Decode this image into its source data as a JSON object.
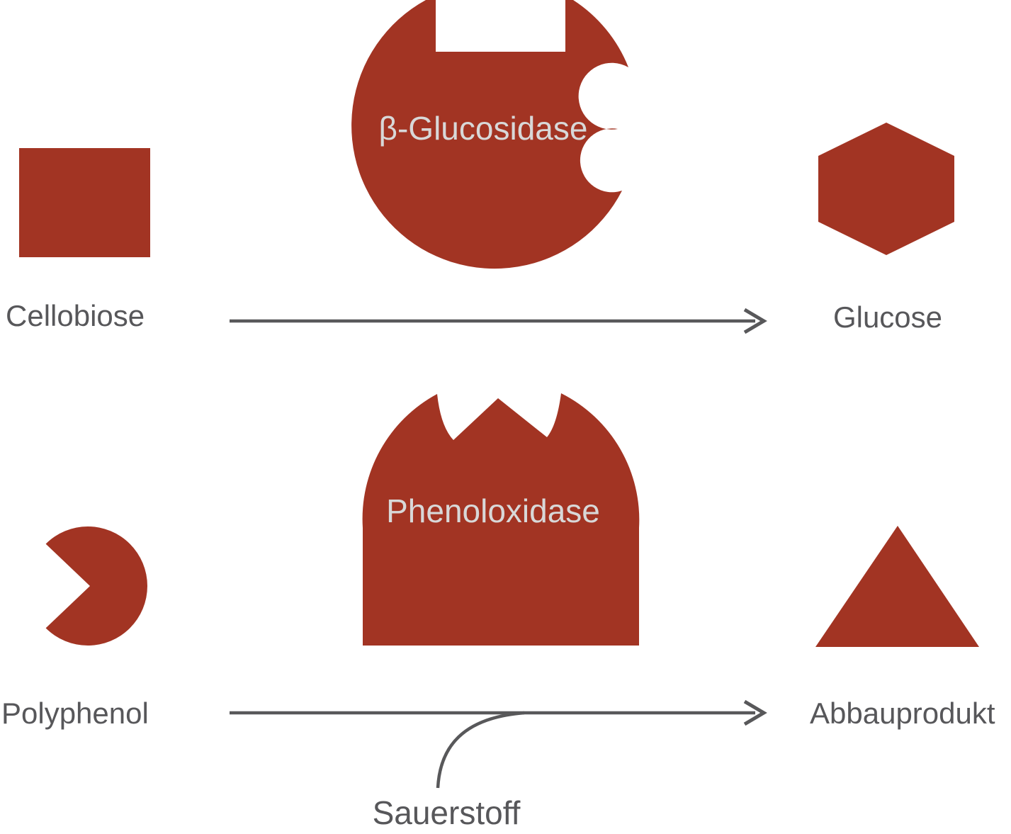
{
  "diagram": {
    "colors": {
      "shape_red": "#a23423",
      "arrow_gray": "#58585a",
      "label_gray": "#57575a",
      "enzyme_label_light": "#d8d8d8",
      "background": "#ffffff"
    },
    "reaction_top": {
      "substrate_label": "Cellobiose",
      "enzyme_label": "β-Glucosidase",
      "product_label": "Glucose"
    },
    "reaction_bottom": {
      "substrate_label": "Polyphenol",
      "enzyme_label": "Phenoloxidase",
      "product_label": "Abbauprodukt",
      "cofactor_label": "Sauerstoff"
    }
  }
}
